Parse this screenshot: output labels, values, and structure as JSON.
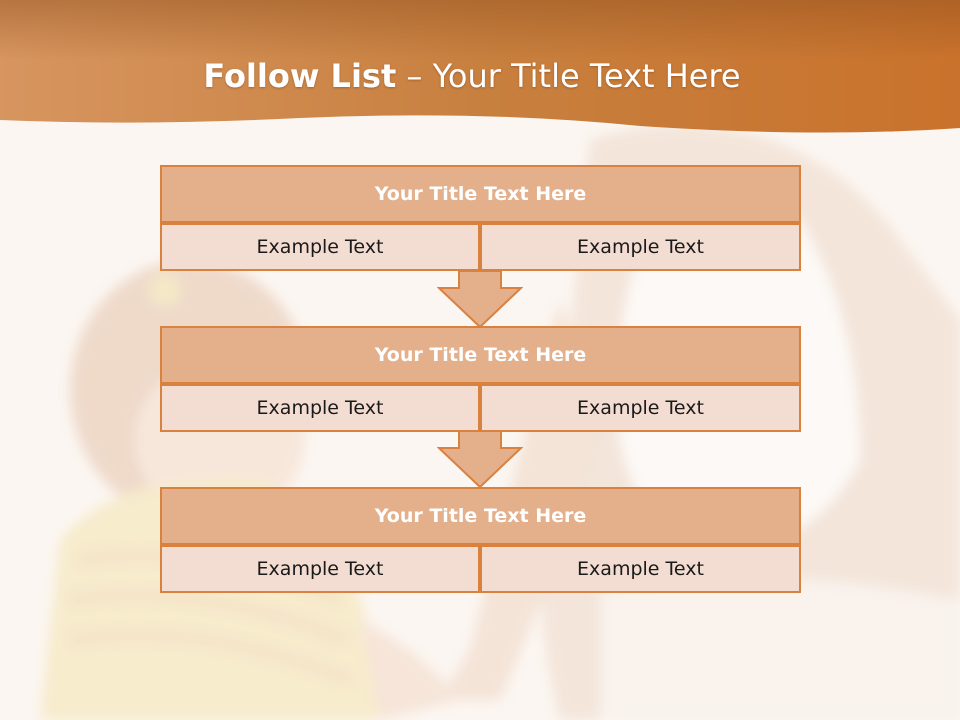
{
  "header": {
    "title_bold": "Follow List",
    "title_rest": " – Your Title Text Here",
    "gradient_colors": [
      "#c9834c",
      "#b86a2c",
      "#d68b49"
    ]
  },
  "background": {
    "base_color": "#fbf6f2",
    "photo_description_icon": "mother-and-child-photo"
  },
  "flow": {
    "accent_color": "#d9813f",
    "title_fill": "#e3b08b",
    "cell_fill": "#f3ddd2",
    "blocks": [
      {
        "title": "Your Title Text Here",
        "left": "Example Text",
        "right": "Example Text"
      },
      {
        "title": "Your Title Text Here",
        "left": "Example Text",
        "right": "Example Text"
      },
      {
        "title": "Your Title Text Here",
        "left": "Example Text",
        "right": "Example Text"
      }
    ]
  }
}
